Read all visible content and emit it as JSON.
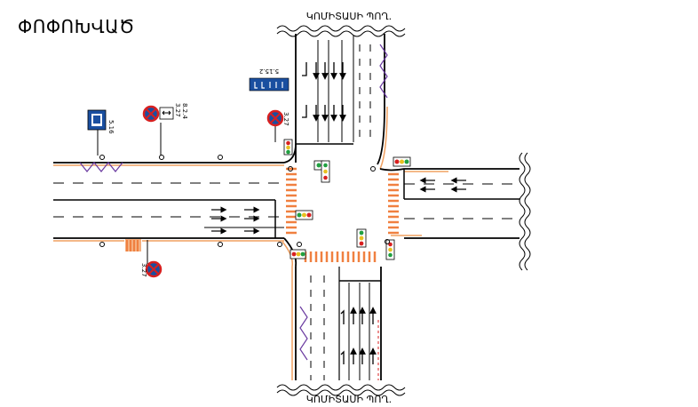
{
  "title": "ՓՈՓՈԽՎԱԾ",
  "street_top": "ԿՈՄԻՏԱՍԻ ՊՈՂ.",
  "street_bottom": "ԿՈՄԻՏԱՍԻ ՊՈՂ.",
  "signs": {
    "sign_5_16": "5.16",
    "sign_3_27_a": "3.27",
    "sign_8_2_4": "8.2.4",
    "sign_3_27_b": "3.27",
    "sign_5_15_2": "5.15.2",
    "sign_3_27_c": "3.27"
  },
  "colors": {
    "road_edge": "#000000",
    "curb": "#f0a060",
    "crosswalk": "#f08040",
    "sign_blue": "#1a4fa0",
    "sign_red": "#d82020",
    "lane_marking": "#000000",
    "barrier": "#6a3aa0"
  }
}
